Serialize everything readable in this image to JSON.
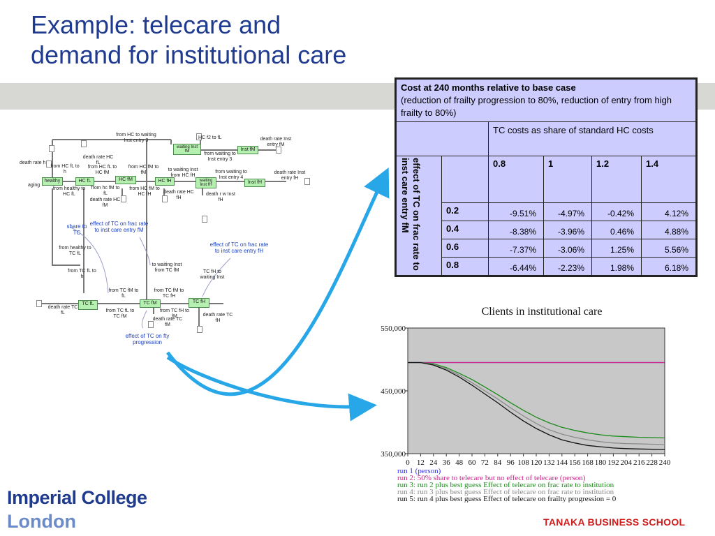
{
  "slide": {
    "title_line1": "Example: telecare and",
    "title_line2": "demand for institutional care"
  },
  "diagram": {
    "stocks": [
      "healthy",
      "HC fL",
      "HC fM",
      "HC fH",
      "waiting Inst fM",
      "Inst fM",
      "waiting Inst fH",
      "Inst fH",
      "TC fL",
      "TC fM",
      "TC fH"
    ],
    "labels": [
      "from HC to waiting Inst entry 3",
      "HC f2 to fL",
      "death rate Inst entry fM",
      "from waiting to Inst entry 3",
      "death rate HC fL",
      "death rate h",
      "from HC fL to h",
      "from HC fL to HC fM",
      "from HC fM to fM",
      "to waiting Inst from HC fH",
      "from waiting to Inst entry 4",
      "death rate Inst entry fH",
      "aging",
      "from healthy to HC fL",
      "from hc fM to fL",
      "from HC fM to HC fH",
      "death rate HC fH",
      "death r w Inst fH",
      "death rate HC fM",
      "share to TC",
      "effect of TC on frac rate to inst care entry fM",
      "effect of TC on frac rate to inst care entry fH",
      "from healthy to TC fL",
      "to waiting Inst from TC fM",
      "TC fH to waiting Inst",
      "from TC fL to h",
      "from TC fM to fL",
      "from TC fM to TC fH",
      "death rate TC fL",
      "from TC fL to TC fM",
      "from TC fH to fM",
      "death rate TC fM",
      "death rate TC fH",
      "effect of TC on fty progression"
    ]
  },
  "table": {
    "header_bold": "Cost at 240 months relative to base case",
    "header_note": "(reduction of frailty progression to 80%, reduction of entry from high frailty to 80%)",
    "subheader": "TC costs as share of standard HC costs",
    "row_axis_label": "effect of TC on frac rate to inst care entry fM",
    "columns": [
      "0.8",
      "1",
      "1.2",
      "1.4"
    ],
    "rows": [
      {
        "label": "0.2",
        "values": [
          "-9.51%",
          "-4.97%",
          "-0.42%",
          "4.12%"
        ]
      },
      {
        "label": "0.4",
        "values": [
          "-8.38%",
          "-3.96%",
          "0.46%",
          "4.88%"
        ]
      },
      {
        "label": "0.6",
        "values": [
          "-7.37%",
          "-3.06%",
          "1.25%",
          "5.56%"
        ]
      },
      {
        "label": "0.8",
        "values": [
          "-6.44%",
          "-2.23%",
          "1.98%",
          "6.18%"
        ]
      }
    ]
  },
  "chart_data": {
    "type": "line",
    "title": "Clients in institutional care",
    "xlabel": "",
    "ylabel": "",
    "xlim": [
      0,
      240
    ],
    "ylim": [
      350000,
      550000
    ],
    "yticks": [
      "550,000",
      "450,000",
      "350,000"
    ],
    "xticks": [
      0,
      12,
      24,
      36,
      48,
      60,
      72,
      84,
      96,
      108,
      120,
      132,
      144,
      156,
      168,
      180,
      192,
      204,
      216,
      228,
      240
    ],
    "x": [
      0,
      12,
      24,
      36,
      48,
      60,
      72,
      84,
      96,
      108,
      120,
      132,
      144,
      156,
      168,
      180,
      192,
      204,
      216,
      228,
      240
    ],
    "series": [
      {
        "name": "run 1 (person)",
        "color": "#2b2bff",
        "values": [
          495000,
          495000,
          495000,
          495000,
          495000,
          495000,
          495000,
          495000,
          495000,
          495000,
          495000,
          495000,
          495000,
          495000,
          495000,
          495000,
          495000,
          495000,
          495000,
          495000,
          495000
        ]
      },
      {
        "name": "run 2: 50% share to telecare but no effect of telecare (person)",
        "color": "#cc2288",
        "values": [
          495000,
          495000,
          495000,
          495000,
          495000,
          495000,
          495000,
          495000,
          495000,
          495000,
          495000,
          495000,
          495000,
          495000,
          495000,
          495000,
          495000,
          495000,
          495000,
          495000,
          495000
        ]
      },
      {
        "name": "run 3: run 2 plus best guess Effect of telecare on frac rate to institution",
        "color": "#1a8a1a",
        "values": [
          495000,
          495000,
          493000,
          487000,
          478000,
          468000,
          456000,
          444000,
          431000,
          419000,
          408000,
          399000,
          392000,
          387000,
          383000,
          380000,
          378000,
          377000,
          376000,
          375500,
          375000
        ]
      },
      {
        "name": "run 4: run 3 plus best guess Effect of telecare on frac rate to institution",
        "color": "#8a8a8a",
        "values": [
          495000,
          495000,
          492000,
          485000,
          475000,
          463000,
          450000,
          437000,
          423000,
          410000,
          398000,
          388000,
          381000,
          376000,
          372000,
          369000,
          367000,
          366000,
          365500,
          365000,
          364500
        ]
      },
      {
        "name": "run 5: run 4 plus best guess Effect of telecare on frailty progression = 0",
        "color": "#111111",
        "values": [
          495000,
          495000,
          491000,
          483000,
          472000,
          459000,
          445000,
          431000,
          416000,
          402000,
          390000,
          380000,
          372000,
          367000,
          363000,
          361000,
          359000,
          358000,
          357500,
          357000,
          356500
        ]
      }
    ],
    "legend_position": "bottom"
  },
  "footer": {
    "logo_line1": "Imperial College",
    "logo_line2": "London",
    "school": "TANAKA BUSINESS SCHOOL"
  },
  "colors": {
    "title": "#1f3b8f",
    "band": "#d7d7d3",
    "table_bg": "#ccccff",
    "arrow": "#27a6e8",
    "plot_bg": "#c8c8c8",
    "school": "#d11b1b"
  }
}
